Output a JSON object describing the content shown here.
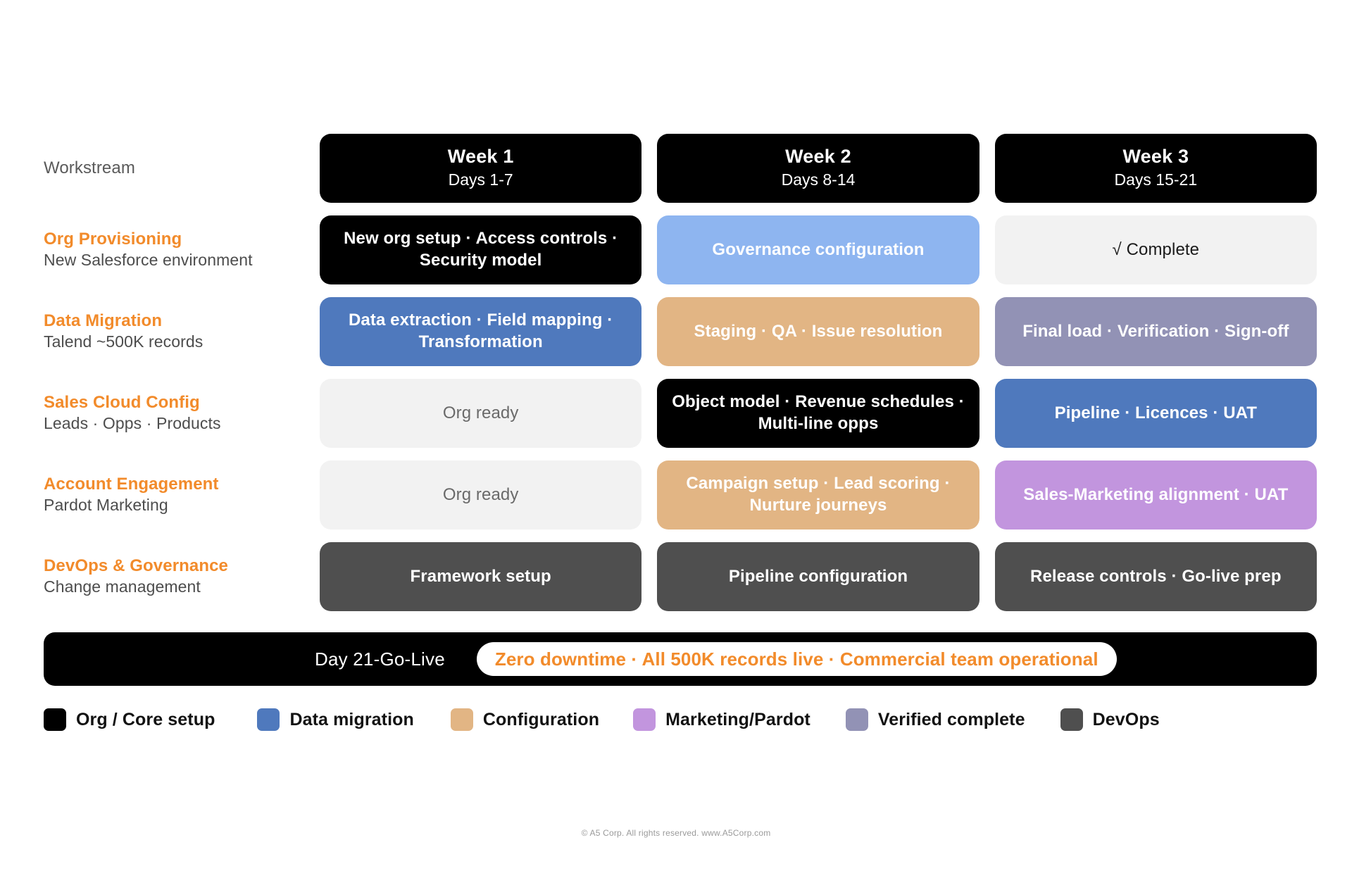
{
  "colors": {
    "accent_orange": "#F28B2B",
    "black": "#000000",
    "blue": "#4F79BD",
    "light_blue": "#8EB5F0",
    "sand": "#E2B584",
    "purple": "#C295DE",
    "verified": "#9292B5",
    "devops": "#4F4F4F",
    "idle": "#F2F2F2"
  },
  "header": {
    "workstream_label": "Workstream",
    "weeks": [
      {
        "name": "Week 1",
        "days": "Days 1-7"
      },
      {
        "name": "Week 2",
        "days": "Days 8-14"
      },
      {
        "name": "Week 3",
        "days": "Days 15-21"
      }
    ]
  },
  "rows": [
    {
      "title": "Org Provisioning",
      "subtitle": "New Salesforce environment",
      "cells": [
        {
          "text": "New org setup · Access controls · Security model",
          "style": "c-black"
        },
        {
          "text": "Governance configuration",
          "style": "c-lblue"
        },
        {
          "text": "√ Complete",
          "style": "c-done"
        }
      ]
    },
    {
      "title": "Data Migration",
      "subtitle": "Talend ~500K records",
      "cells": [
        {
          "text": "Data extraction · Field mapping · Transformation",
          "style": "c-blue"
        },
        {
          "text": "Staging · QA · Issue resolution",
          "style": "c-sand"
        },
        {
          "text": "Final load · Verification · Sign-off",
          "style": "c-verify"
        }
      ]
    },
    {
      "title": "Sales Cloud Config",
      "subtitle": "Leads · Opps · Products",
      "cells": [
        {
          "text": "Org ready",
          "style": "c-idle"
        },
        {
          "text": "Object model · Revenue schedules · Multi-line opps",
          "style": "c-black"
        },
        {
          "text": "Pipeline · Licences · UAT",
          "style": "c-blue"
        }
      ]
    },
    {
      "title": "Account Engagement",
      "subtitle": "Pardot Marketing",
      "cells": [
        {
          "text": "Org ready",
          "style": "c-idle"
        },
        {
          "text": "Campaign setup · Lead scoring · Nurture journeys",
          "style": "c-sand"
        },
        {
          "text": "Sales-Marketing alignment · UAT",
          "style": "c-purple"
        }
      ]
    },
    {
      "title": "DevOps & Governance",
      "subtitle": "Change management",
      "cells": [
        {
          "text": "Framework setup",
          "style": "c-devops"
        },
        {
          "text": "Pipeline configuration",
          "style": "c-devops"
        },
        {
          "text": "Release controls · Go-live prep",
          "style": "c-devops"
        }
      ]
    }
  ],
  "golive": {
    "label": "Day 21-Go-Live",
    "pill": "Zero downtime · All 500K records live · Commercial team operational"
  },
  "legend": [
    {
      "label": "Org / Core setup",
      "color": "#000000"
    },
    {
      "label": "Data migration",
      "color": "#4F79BD"
    },
    {
      "label": "Configuration",
      "color": "#E2B584"
    },
    {
      "label": "Marketing/Pardot",
      "color": "#C295DE"
    },
    {
      "label": "Verified complete",
      "color": "#9292B5"
    },
    {
      "label": "DevOps",
      "color": "#4F4F4F"
    }
  ],
  "footer": {
    "copyright": "© A5 Corp. All rights reserved. www.A5Corp.com"
  }
}
